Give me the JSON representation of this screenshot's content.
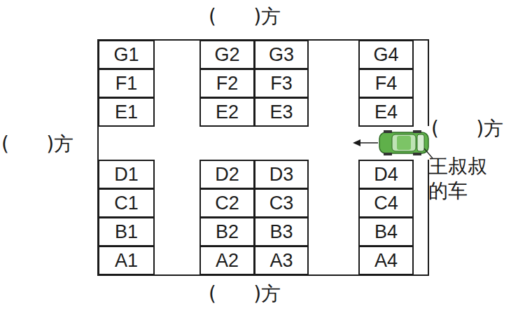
{
  "diagram": {
    "nodes": [
      {
        "text": [
          "G1"
        ]
      },
      {
        "text": [
          "G2"
        ]
      },
      {
        "text": [
          "G3"
        ]
      },
      {
        "text": [
          "G4"
        ]
      },
      {
        "text": [
          "F1"
        ]
      },
      {
        "text": [
          "F2"
        ]
      },
      {
        "text": [
          "F3"
        ]
      },
      {
        "text": [
          "F4"
        ]
      },
      {
        "text": [
          "E1"
        ]
      },
      {
        "text": [
          "E2"
        ]
      },
      {
        "text": [
          "E3"
        ]
      },
      {
        "text": [
          "E4"
        ]
      },
      {
        "text": [
          "D1"
        ]
      },
      {
        "text": [
          "D2"
        ]
      },
      {
        "text": [
          "D3"
        ]
      },
      {
        "text": [
          "D4"
        ]
      },
      {
        "text": [
          "C1"
        ]
      },
      {
        "text": [
          "C2"
        ]
      },
      {
        "text": [
          "C3"
        ]
      },
      {
        "text": [
          "C4"
        ]
      },
      {
        "text": [
          "B1"
        ]
      },
      {
        "text": [
          "B2"
        ]
      },
      {
        "text": [
          "B3"
        ]
      },
      {
        "text": [
          "B4"
        ]
      },
      {
        "text": [
          "A1"
        ]
      },
      {
        "text": [
          "A2"
        ]
      },
      {
        "text": [
          "A3"
        ]
      },
      {
        "text": [
          "A4"
        ]
      }
    ],
    "labels": [
      "(      )方",
      "(      )方",
      "(      )方",
      "王叔叔的车",
      "(      )方"
    ]
  }
}
